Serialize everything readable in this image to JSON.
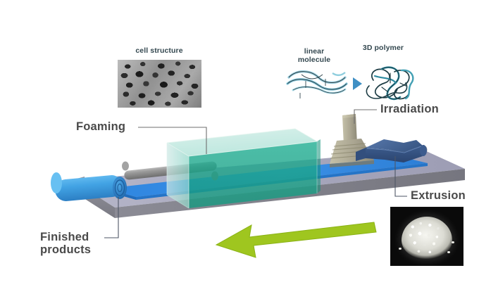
{
  "figure": {
    "title": "Irradiation crosslinked polyolefin foam production line",
    "background_color": "#ffffff"
  },
  "inset_top_left": {
    "caption": "cell structure",
    "image_name": "foam-cell-structure-micrograph"
  },
  "inset_top_right": {
    "left_caption": "linear\nmolecule",
    "right_caption": "3D polymer",
    "arrow_name": "transformation-arrow",
    "left_image_name": "linear-molecule-illustration",
    "right_image_name": "crosslinked-3d-polymer-illustration"
  },
  "process_labels": {
    "foaming": "Foaming",
    "irradiation": "Irradiation",
    "extrusion": "Extrusion",
    "finished_products": "Finished\nproducts"
  },
  "inset_bottom_right": {
    "image_name": "polymer-resin-pellets-photo"
  },
  "flow_arrow": {
    "name": "process-flow-arrow",
    "direction": "left",
    "color": "#9fc61f"
  },
  "colors": {
    "platform_top": "#a9a9be",
    "platform_side": "#86868f",
    "sheet_blue": "#2f86e0",
    "foam_box_teal": "#26b49a",
    "extruder_blue": "#3f5f92",
    "irradiator_tan": "#b9b49a",
    "roller_gray": "#8b8b8b",
    "label_gray": "#4a4a4a",
    "arrow_green": "#9fc61f"
  },
  "scene_parts": {
    "platform": "conveyor-platform",
    "sheet": "polymer-sheet",
    "foam_oven": "foaming-oven-chamber",
    "irradiator": "electron-beam-irradiator",
    "extruder": "extruder-head",
    "rolls": [
      "guide-roller-left",
      "guide-roller-mid",
      "guide-roller-right"
    ],
    "product_roll": "finished-foam-roll"
  }
}
